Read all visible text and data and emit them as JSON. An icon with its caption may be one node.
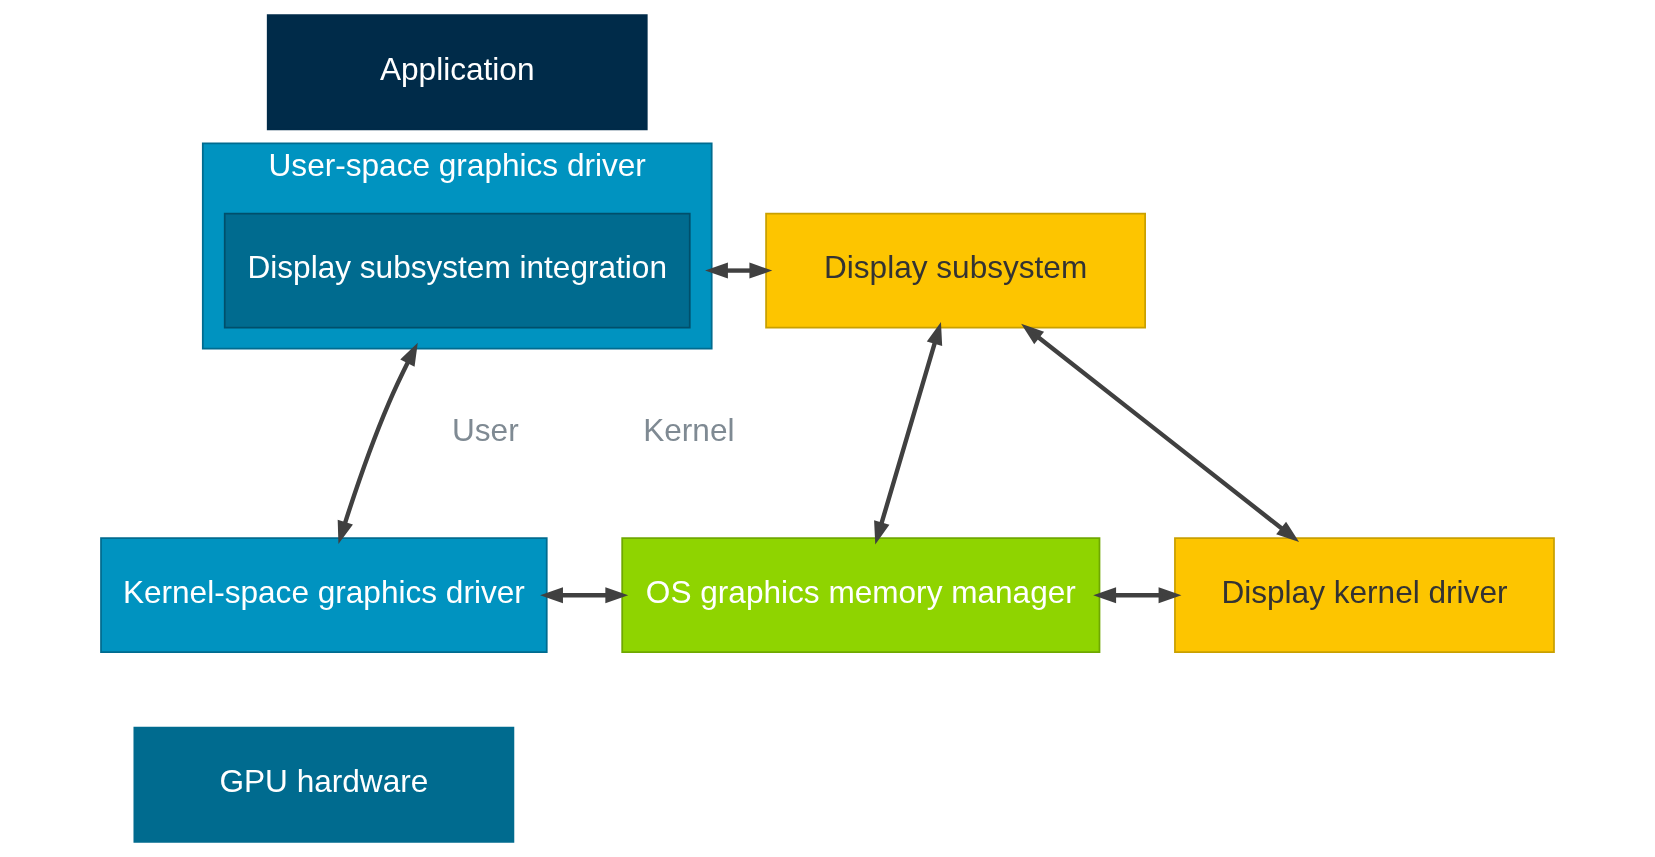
{
  "diagram": {
    "nodes": [
      {
        "text": [
          "Application"
        ]
      },
      {
        "text": [
          "User-space graphics driver"
        ]
      },
      {
        "text": [
          "Display subsystem integration"
        ],
        "in": 1
      },
      {
        "text": [
          "Display subsystem"
        ]
      },
      {
        "text": [
          "Kernel-space graphics driver"
        ]
      },
      {
        "text": [
          "OS graphics memory manager"
        ]
      },
      {
        "text": [
          "Display kernel driver"
        ]
      },
      {
        "text": [
          "GPU hardware"
        ]
      }
    ],
    "edges": [
      {
        "from": 1,
        "to": 3,
        "arrow": "both"
      },
      {
        "from": 1,
        "to": 4,
        "arrow": "both"
      },
      {
        "from": 3,
        "to": 5,
        "arrow": "both"
      },
      {
        "from": 3,
        "to": 6,
        "arrow": "both"
      },
      {
        "from": 4,
        "to": 5,
        "arrow": "both"
      },
      {
        "from": 5,
        "to": 6,
        "arrow": "both"
      }
    ],
    "labels": [
      "User",
      "Kernel"
    ]
  }
}
